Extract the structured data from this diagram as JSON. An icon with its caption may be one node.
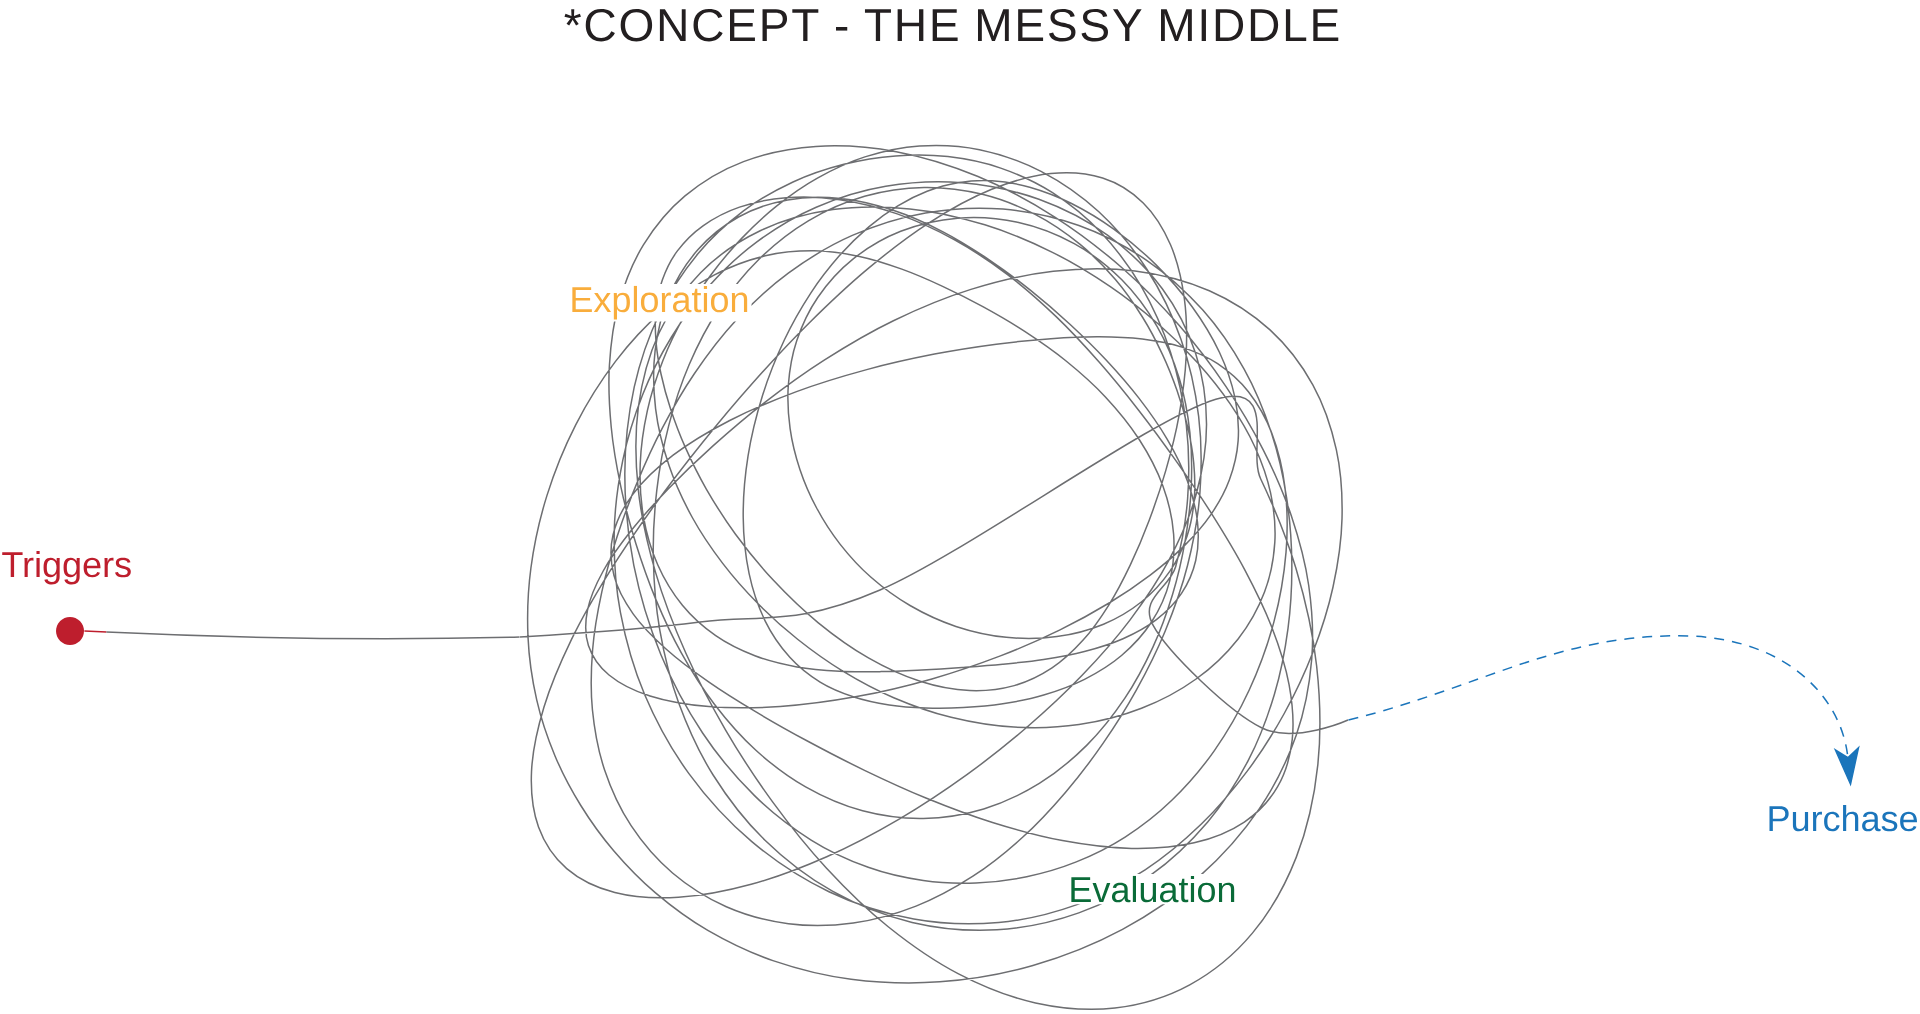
{
  "diagram": {
    "title": "*CONCEPT - THE MESSY MIDDLE",
    "nodes": [
      {
        "text": [],
        "shape": "circle",
        "beside": [
          "Triggers"
        ]
      },
      {
        "text": [],
        "shape": "picture"
      },
      {
        "text": [
          "Purchase"
        ]
      }
    ],
    "edges": [
      {
        "from": 0,
        "to": 1,
        "arrow": "none"
      },
      {
        "from": 1,
        "to": 2,
        "arrow": "to",
        "style": "dashed",
        "color": "#1b75bb"
      }
    ],
    "labels": [
      "Exploration",
      "Evaluation"
    ]
  }
}
